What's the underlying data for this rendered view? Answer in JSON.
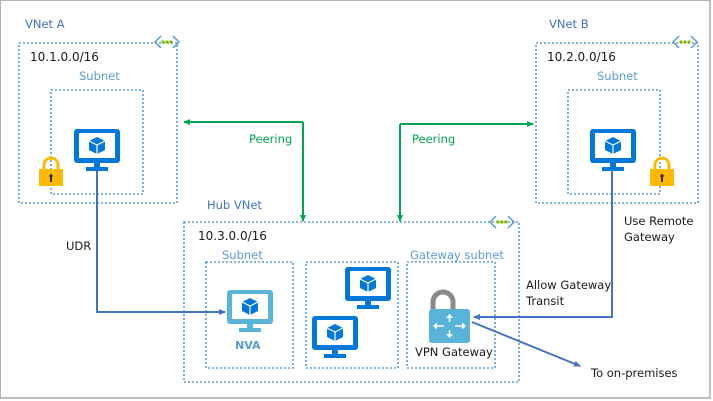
{
  "vnet_a": {
    "title": "VNet A",
    "address_space": "10.1.0.0/16",
    "subnet_label": "Subnet",
    "icons": [
      "virtual-machine",
      "lock"
    ]
  },
  "vnet_b": {
    "title": "VNet B",
    "address_space": "10.2.0.0/16",
    "subnet_label": "Subnet",
    "icons": [
      "virtual-machine",
      "lock"
    ]
  },
  "hub_vnet": {
    "title": "Hub VNet",
    "address_space": "10.3.0.0/16",
    "subnets": [
      {
        "label": "Subnet",
        "device_label": "NVA",
        "icon": "virtual-machine"
      },
      {
        "label": "",
        "icon": "virtual-machine",
        "count": 2
      },
      {
        "label": "Gateway subnet",
        "device_label": "VPN Gateway",
        "icon": "vpn-gateway"
      }
    ]
  },
  "connections": {
    "peering_a": "Peering",
    "peering_b": "Peering",
    "udr": "UDR",
    "use_remote_gateway": [
      "Use Remote",
      "Gateway"
    ],
    "allow_gateway_transit": [
      "Allow Gateway",
      "Transit"
    ],
    "to_onprem": "To on-premises"
  },
  "colors": {
    "dotted_border": "#5b9bd5",
    "peering_arrow": "#00a651",
    "route_arrow": "#4472c4",
    "vm_blue": "#0078d7",
    "nva_lightblue": "#59b4d9",
    "lock_gold": "#ffb900"
  }
}
